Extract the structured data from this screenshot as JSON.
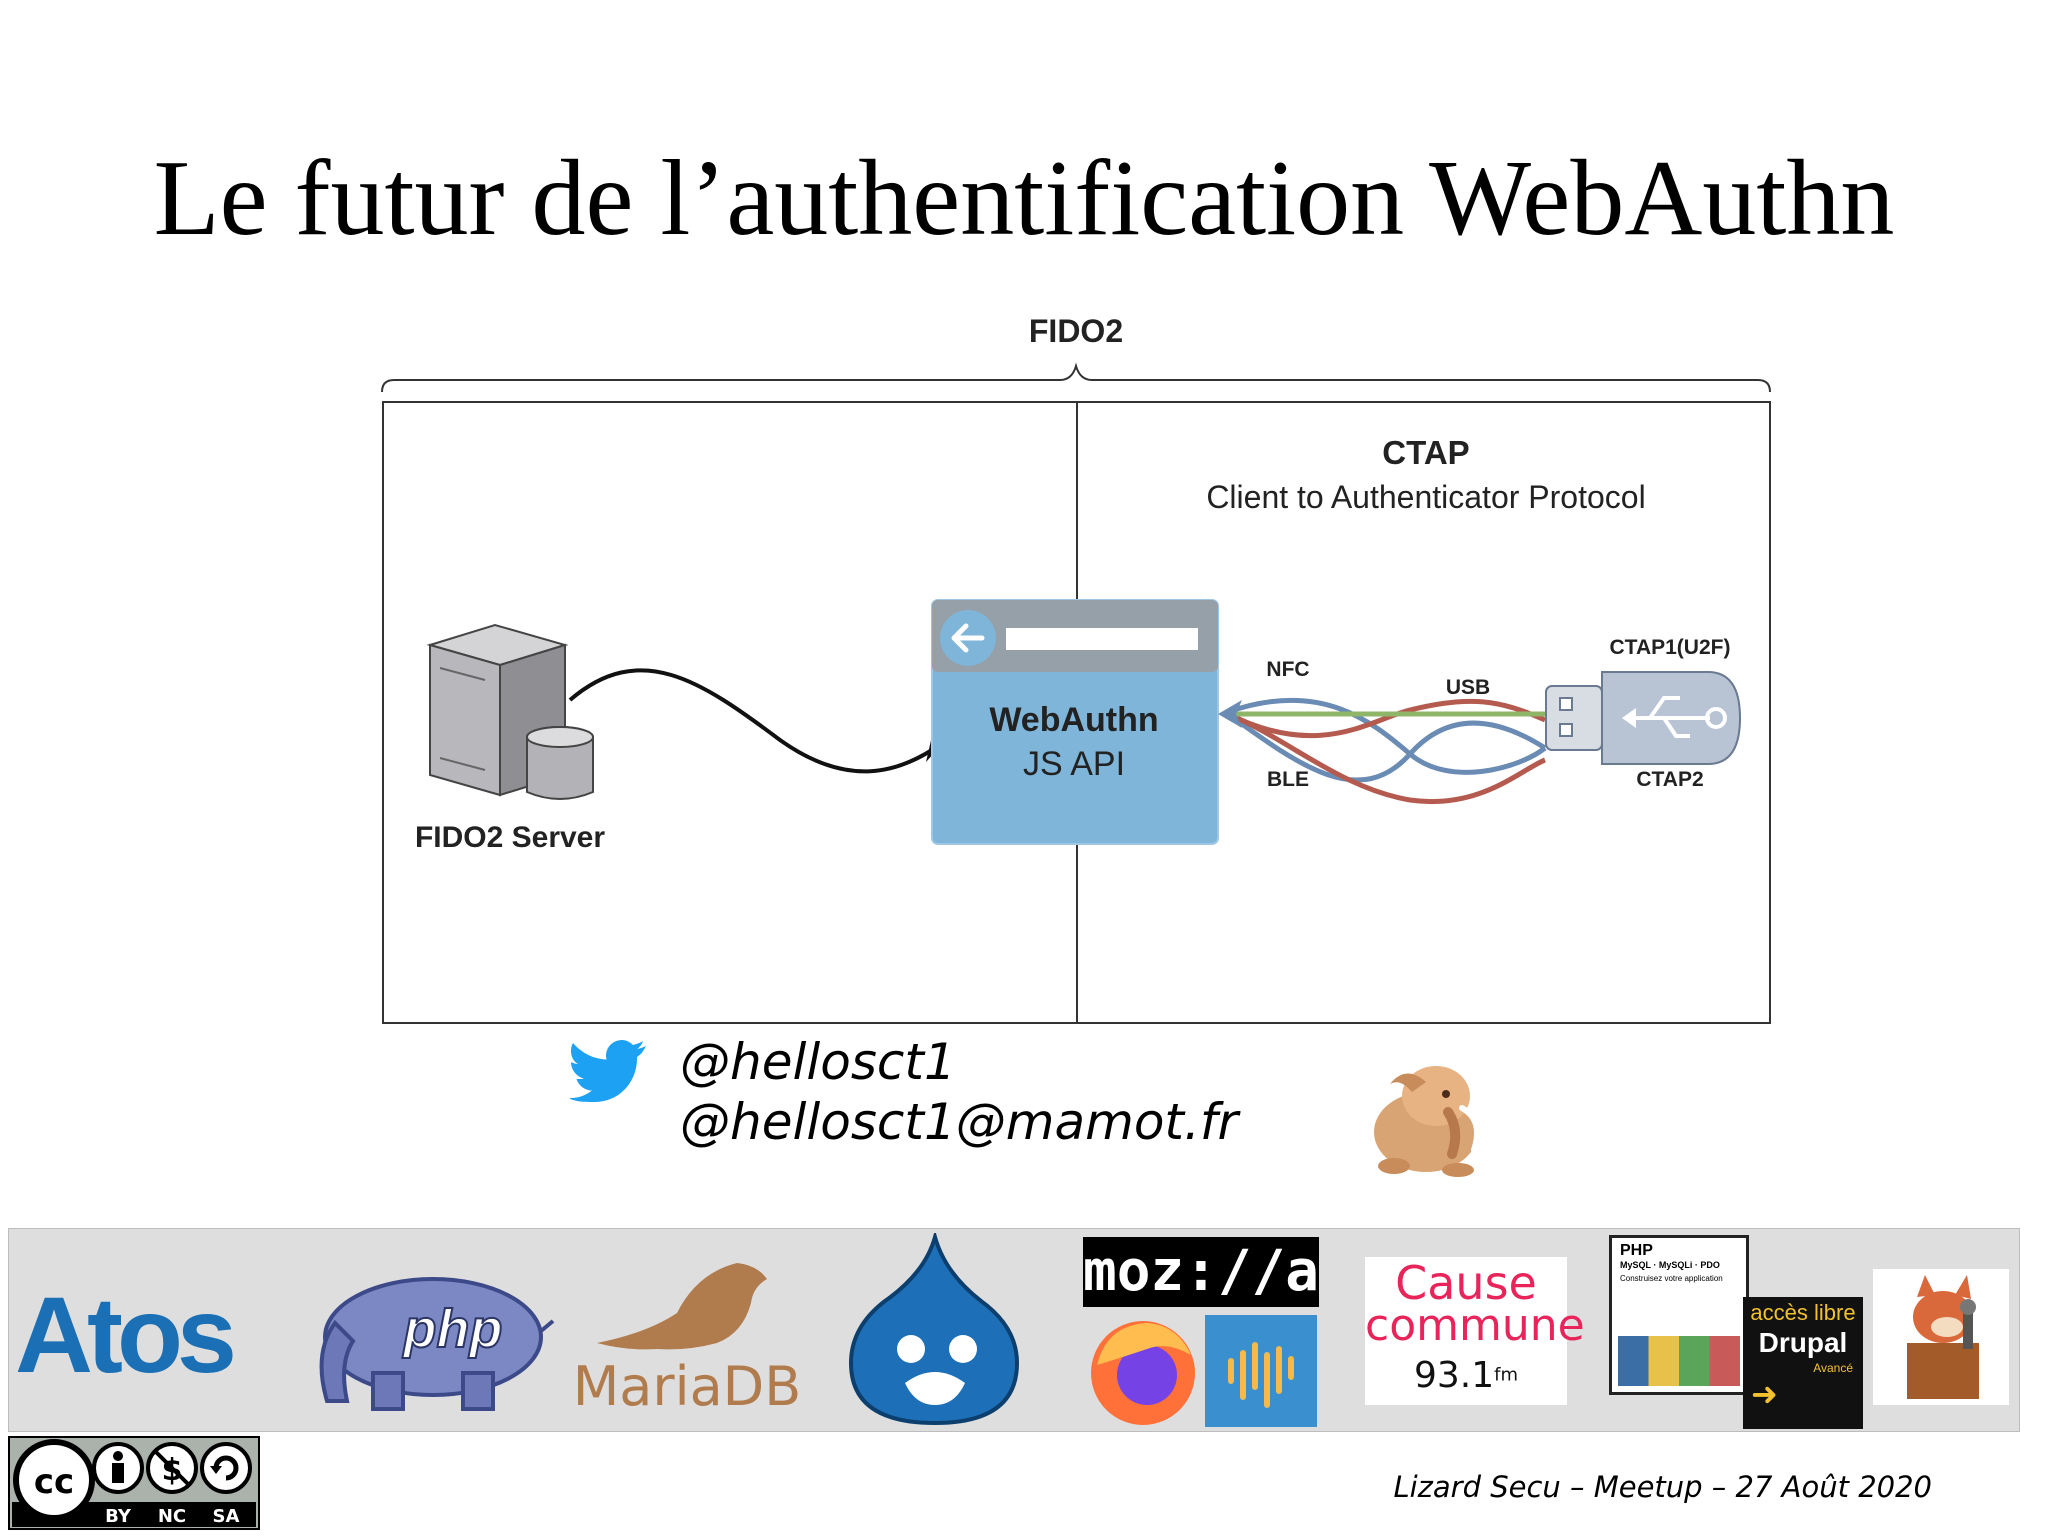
{
  "title": "Le futur de l’authentification WebAuthn",
  "diagram": {
    "brace_label": "FIDO2",
    "ctap_title": "CTAP",
    "ctap_subtitle": "Client to Authenticator Protocol",
    "server_label": "FIDO2 Server",
    "webauthn_title": "WebAuthn",
    "webauthn_subtitle": "JS API",
    "nfc_label": "NFC",
    "usb_label": "USB",
    "ble_label": "BLE",
    "ctap1_label": "CTAP1(U2F)",
    "ctap2_label": "CTAP2",
    "colors": {
      "nfc_ble": "#6a8bb4",
      "usb": "#b55a4e",
      "green": "#8fb569",
      "browser": "#7fb5d8"
    }
  },
  "contacts": {
    "twitter": "@hellosct1",
    "mastodon": "@hellosct1@mamot.fr",
    "icons": [
      "twitter-bird-icon",
      "mastodon-mammoth-logo"
    ]
  },
  "sponsors": {
    "atos": "Atos",
    "php": "php",
    "mariadb": "MariaDB",
    "mozilla": "moz://a",
    "cause_commune_1": "Cause",
    "cause_commune_2": "commune",
    "cause_commune_freq": "93.1",
    "cause_commune_fm": "fm",
    "book_php_title": "PHP",
    "book_php_sub": "MySQL · MySQLi · PDO",
    "book_php_tag": "Construisez votre application",
    "book_drupal_top": "accès libre",
    "book_drupal_title": "Drupal",
    "book_drupal_sub": "Avancé"
  },
  "license": {
    "cc": "cc",
    "by": "BY",
    "nc": "NC",
    "sa": "SA"
  },
  "footer": "Lizard Secu – Meetup – 27 Août 2020"
}
